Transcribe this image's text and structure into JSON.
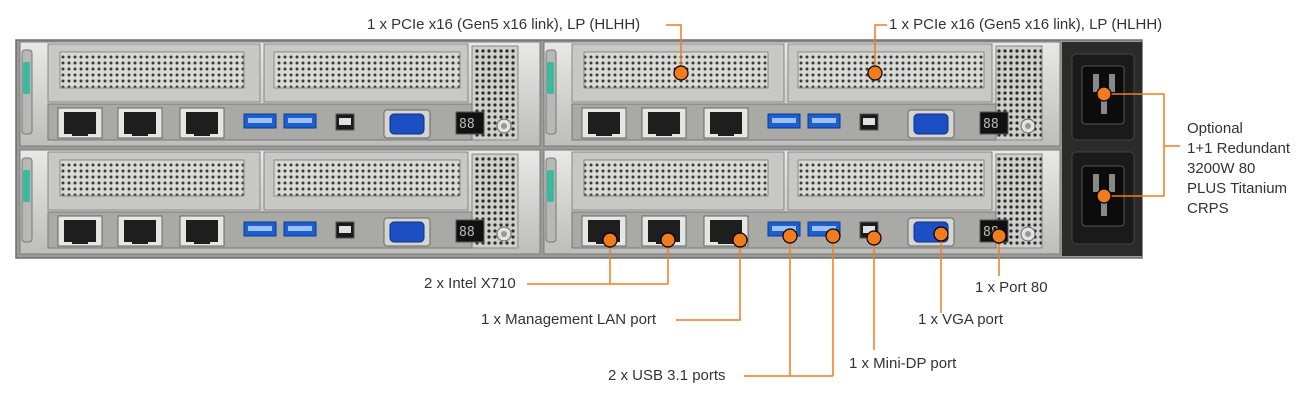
{
  "accent_color": "#f07c1f",
  "labels": {
    "pcie_left": "1 x PCIe x16 (Gen5 x16 link), LP (HLHH)",
    "pcie_right": "1 x PCIe x16 (Gen5 x16 link), LP (HLHH)",
    "psu_lines": [
      "Optional",
      "1+1 Redundant",
      "3200W 80",
      "PLUS Titanium",
      "CRPS"
    ],
    "intel_x710": "2 x Intel X710",
    "mgmt_lan": "1 x Management LAN port",
    "usb": "2 x USB 3.1 ports",
    "mini_dp": "1 x Mini-DP port",
    "vga": "1 x VGA port",
    "port80": "1 x Port 80"
  },
  "icons": {
    "rj45": "rj45-port-icon",
    "usb": "usb-port-icon",
    "vga": "vga-port-icon",
    "minidp": "mini-dp-port-icon",
    "psu": "power-inlet-icon"
  }
}
